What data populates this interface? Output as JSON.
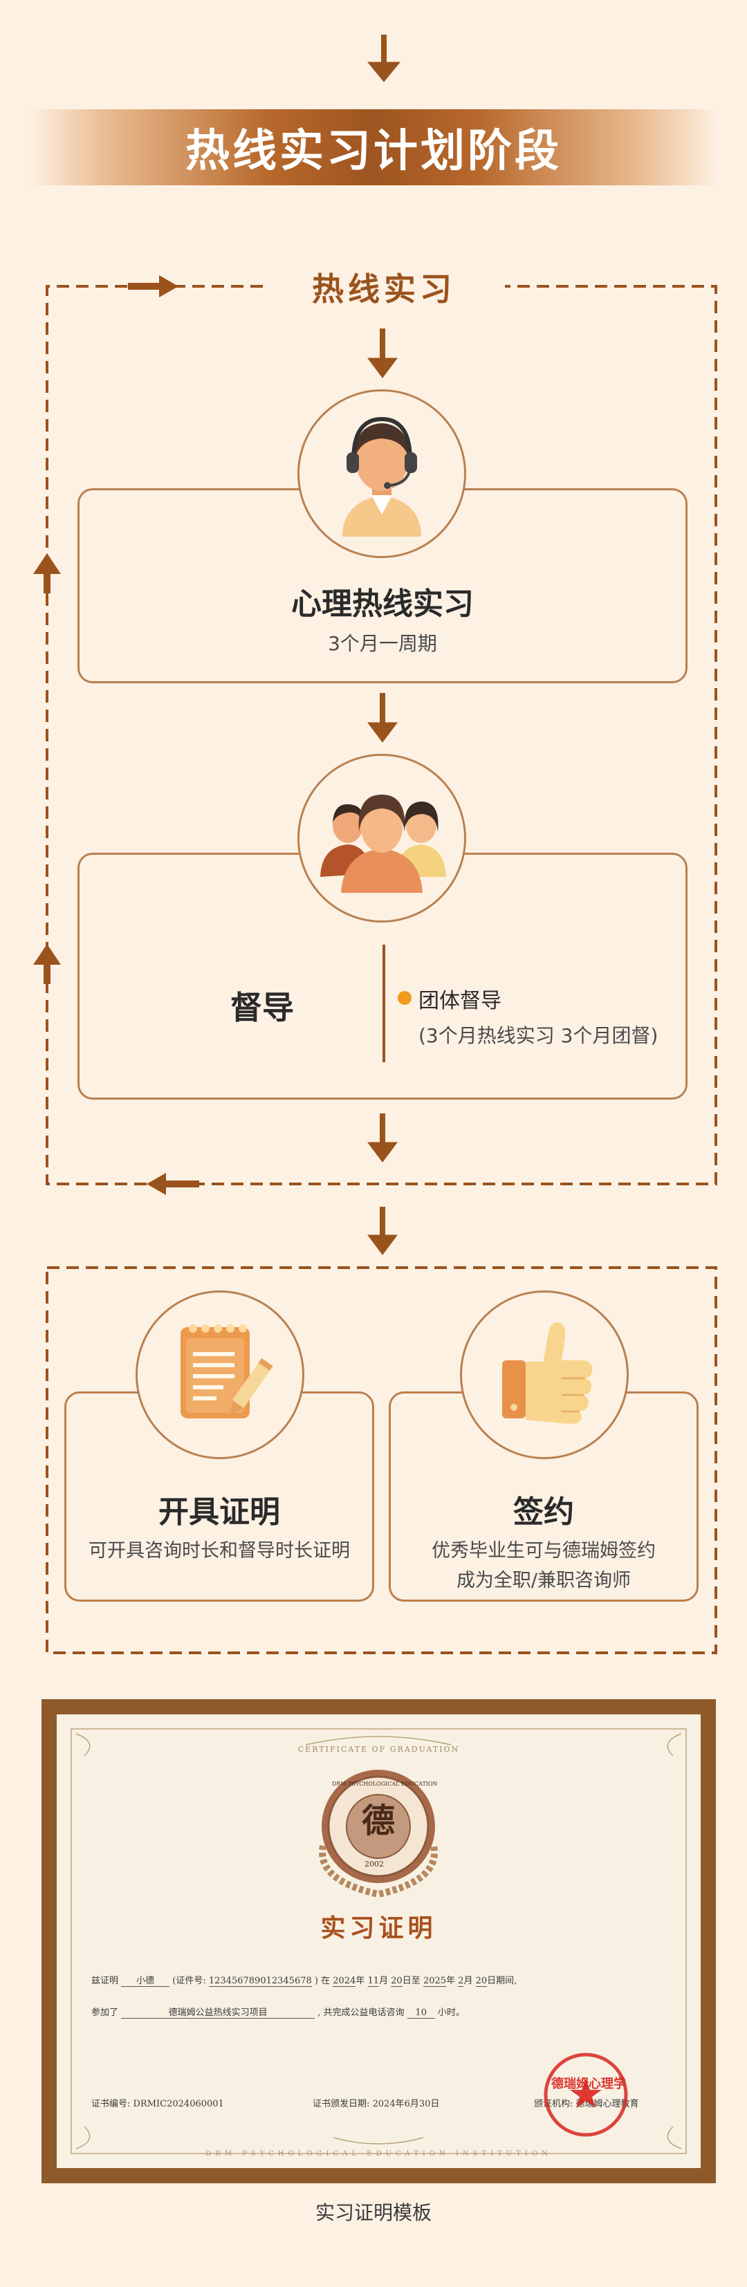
{
  "banner": {
    "title": "热线实习计划阶段"
  },
  "loop": {
    "label": "热线实习"
  },
  "hotline": {
    "title": "心理热线实习",
    "subtitle": "3个月一周期"
  },
  "supervision": {
    "title": "督导",
    "item_label": "团体督导",
    "item_note": "(3个月热线实习 3个月团督)"
  },
  "certificate_card": {
    "title": "开具证明",
    "subtitle": "可开具咨询时长和督导时长证明"
  },
  "contract_card": {
    "title": "签约",
    "subtitle_line1": "优秀毕业生可与德瑞姆签约",
    "subtitle_line2": "成为全职/兼职咨询师"
  },
  "certificate": {
    "header_script": "CERTIFICATE OF GRADUATION",
    "seal_ring_text": "DRM PSYCHOLOGICAL EDUCATION",
    "seal_year": "2002",
    "seal_char": "德",
    "title": "实习证明",
    "line1_prefix": "兹证明",
    "name": "小德",
    "id_label": "(证件号:",
    "id_value": "123456789012345678",
    "line1_mid": ") 在",
    "start_year": "2024",
    "start_month": "11",
    "start_day": "20",
    "end_year": "2025",
    "end_month": "2",
    "end_day": "20",
    "y_label": "年",
    "m_label": "月",
    "d_to": "日至",
    "d_end": "日期间,",
    "line2_prefix": "参加了",
    "project": "德瑞姆公益热线实习项目",
    "line2_mid": ", 共完成公益电话咨询",
    "hours": "10",
    "hours_unit": "小时。",
    "cert_no": "证书编号: DRMIC2024060001",
    "issue_date": "证书颁发日期: 2024年6月30日",
    "issuer": "颁证机构: 德瑞姆心理教育",
    "stamp_text": "德瑞姆心理学",
    "footer_text": "DRM PSYCHOLOGICAL EDUCATION INSTITUTION"
  },
  "caption": "实习证明模板",
  "colors": {
    "accent": "#9a531d",
    "border": "#b9804f",
    "background": "#fdf1e4",
    "dot": "#f29a1f"
  },
  "icons": [
    "arrow-down-icon",
    "headset-person-icon",
    "group-icon",
    "notepad-icon",
    "thumbs-up-icon",
    "seal-icon",
    "stamp-icon"
  ]
}
